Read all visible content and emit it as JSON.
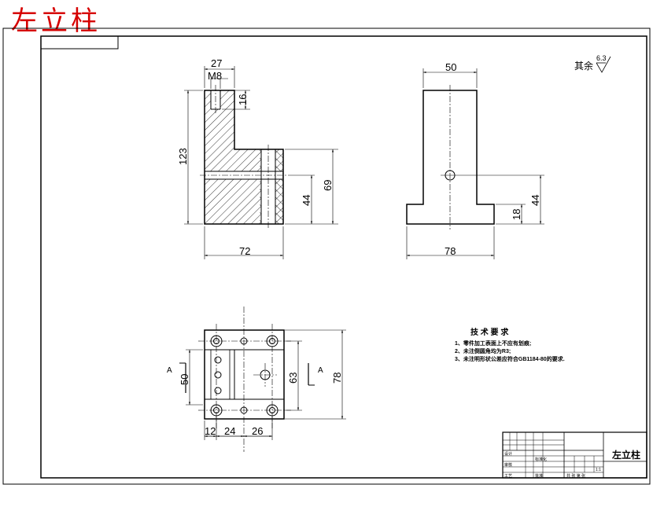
{
  "watermark_title": "左立柱",
  "roughness_note": {
    "label": "其余",
    "value": "6.3"
  },
  "front_view": {
    "dims": {
      "width_top": "27",
      "thread": "M8",
      "hole_depth": "16",
      "height": "123",
      "width": "72",
      "step_height": "69",
      "bore_height": "44"
    }
  },
  "side_view": {
    "dims": {
      "top_width": "50",
      "base_width": "78",
      "base_height": "18",
      "bore_height": "44"
    }
  },
  "top_view": {
    "dims": {
      "width": "50",
      "hole_span": "63",
      "depth": "78",
      "d1": "12",
      "d2": "24",
      "d3": "26"
    },
    "section_marks": [
      "A",
      "A"
    ]
  },
  "tech_requirements": {
    "title": "技 术 要 求",
    "items": [
      "1、零件加工表面上不应有划痕;",
      "2、未注倒圆角均为R3;",
      "3、未注明形状公差应符合GB1184-80的要求."
    ]
  },
  "title_block": {
    "part_name": "左立柱",
    "small_notes": [
      "设计",
      "标准化",
      "审核",
      "工艺",
      "批准",
      "1:1",
      "共 张 第 张"
    ]
  }
}
